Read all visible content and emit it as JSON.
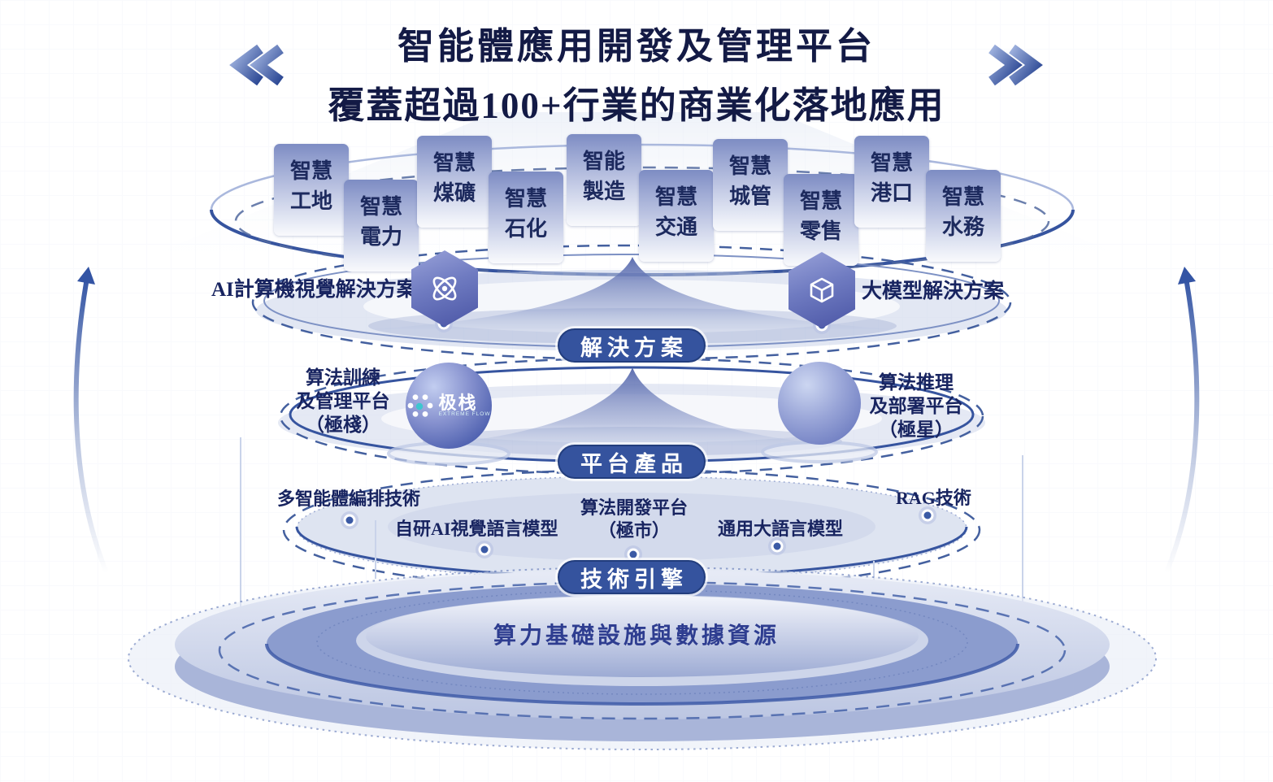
{
  "header": {
    "title_line1": "智能體應用開發及管理平台",
    "title_line2": "覆蓋超過100+行業的商業化落地應用"
  },
  "industries": [
    {
      "l1": "智慧",
      "l2": "工地"
    },
    {
      "l1": "智慧",
      "l2": "電力"
    },
    {
      "l1": "智慧",
      "l2": "煤礦"
    },
    {
      "l1": "智慧",
      "l2": "石化"
    },
    {
      "l1": "智能",
      "l2": "製造"
    },
    {
      "l1": "智慧",
      "l2": "交通"
    },
    {
      "l1": "智慧",
      "l2": "城管"
    },
    {
      "l1": "智慧",
      "l2": "零售"
    },
    {
      "l1": "智慧",
      "l2": "港口"
    },
    {
      "l1": "智慧",
      "l2": "水務"
    }
  ],
  "solutions_layer": {
    "left_label": "AI計算機視覺解決方案",
    "right_label": "大模型解決方案",
    "pill": "解決方案"
  },
  "platform_layer": {
    "left_lines": [
      "算法訓練",
      "及管理平台",
      "（極棧）"
    ],
    "right_lines": [
      "算法推理",
      "及部署平台",
      "（極星）"
    ],
    "pill": "平台產品",
    "logo": {
      "text": "极栈",
      "subtext": "EXTREME FLOW"
    }
  },
  "tech_layer": {
    "items": {
      "multi_agent": "多智能體編排技術",
      "vlm": "自研AI視覺語言模型",
      "dev_platform_line1": "算法開發平台",
      "dev_platform_line2": "（極市）",
      "llm": "通用大語言模型",
      "rag": "RAG技術"
    },
    "pill": "技術引擎"
  },
  "foundation_layer": {
    "label": "算力基礎設施與數據資源"
  },
  "icons": {
    "top_left": "double-chevron-left-icon",
    "top_right": "double-chevron-right-icon",
    "cv_solution": "atom-icon",
    "llm_solution": "cube-icon",
    "extreme_flow": "molecule-icon",
    "side_left": "curved-up-arrow",
    "side_right": "curved-up-arrow"
  },
  "colors": {
    "title_text": "#131a45",
    "label_text": "#182460",
    "foundation_text": "#2e3d90",
    "ring_blue": "#36549f",
    "dash_blue": "#44609f",
    "pill_bg": "#35539e",
    "pill_border": "#223d7d",
    "tag_gradient_top": "#7d8cc3",
    "hexagon_indigo": "#4a55a5",
    "logo_accent_teal": "#3ec6cf"
  }
}
